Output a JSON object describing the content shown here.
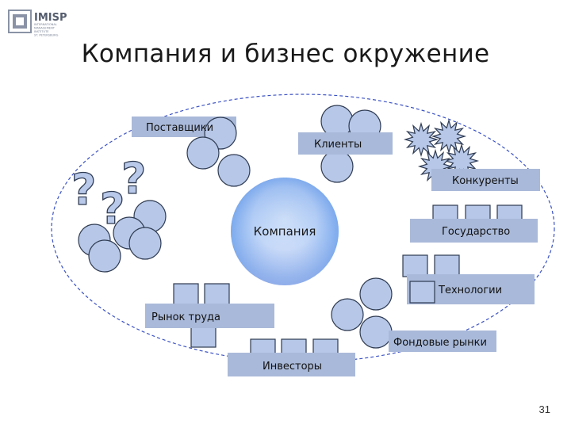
{
  "logo": {
    "text": "IMISP",
    "subtitle_lines": [
      "INTERNATIONAL",
      "MANAGEMENT",
      "INSTITUTE",
      "ST. PETERSBURG"
    ]
  },
  "title": "Компания и бизнес окружение",
  "center": "Компания",
  "labels": {
    "suppliers": "Поставщики",
    "clients": "Клиенты",
    "competitors": "Конкуренты",
    "government": "Государство",
    "technologies": "Технологии",
    "labor_market": "Рынок труда",
    "stock_markets": "Фондовые рынки",
    "investors": "Инвесторы"
  },
  "question_marks": [
    "?",
    "?",
    "?"
  ],
  "page_number": "31",
  "colors": {
    "label_bg": "#a9b9d9",
    "shape_fill": "#b6c7e7",
    "shape_stroke": "#2f3b52",
    "ellipse_stroke": "#3b52c4"
  }
}
